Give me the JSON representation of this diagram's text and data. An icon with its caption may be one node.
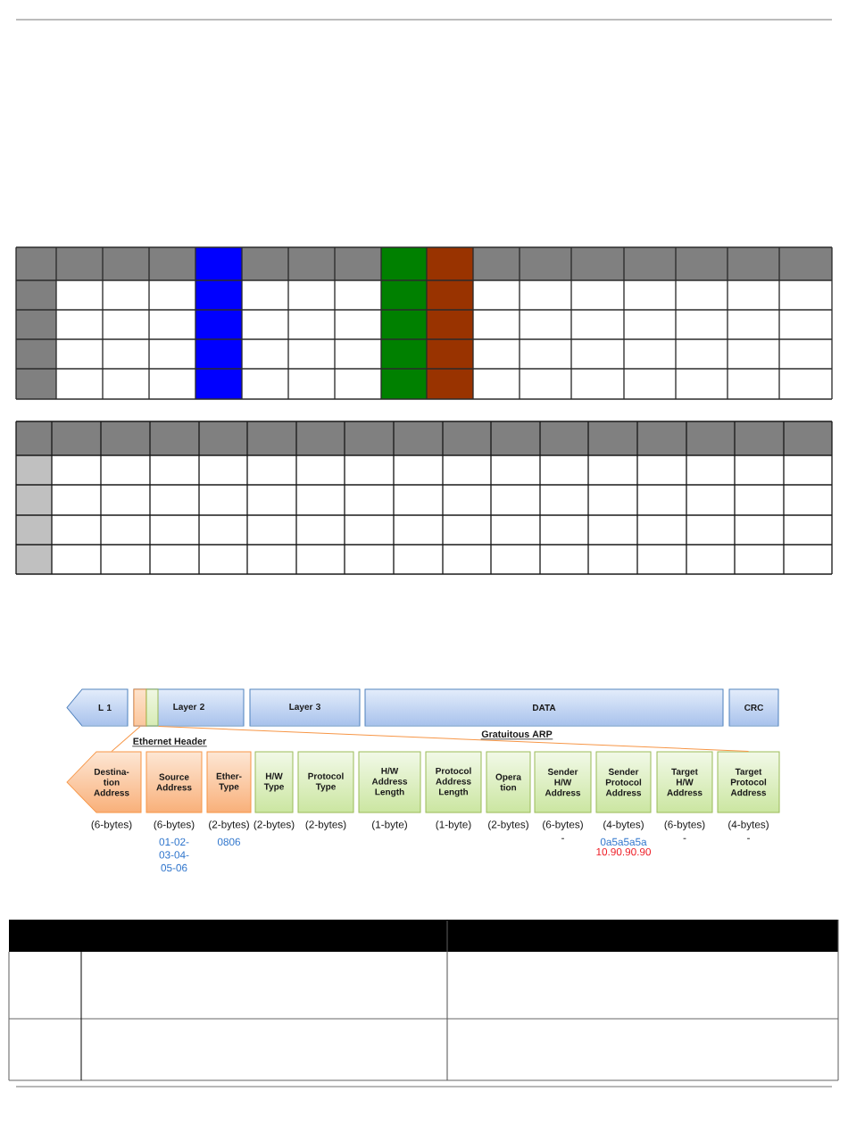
{
  "diagram": {
    "nodes": [
      {
        "text": [
          "L 1"
        ]
      },
      {
        "text": [
          "Layer 2"
        ]
      },
      {
        "text": [],
        "shape": "box",
        "in": 1
      },
      {
        "text": [],
        "shape": "box",
        "in": 1
      },
      {
        "text": [
          "Layer 3"
        ]
      },
      {
        "text": [
          "DATA"
        ]
      },
      {
        "text": [
          "CRC"
        ]
      },
      {
        "text": [
          "Destina-tion Address"
        ],
        "beside": [
          "(6-bytes)"
        ]
      },
      {
        "text": [
          "Source Address"
        ],
        "beside": [
          "(6-bytes)",
          "01-02-03-04-05-06"
        ]
      },
      {
        "text": [
          "Ether-Type"
        ],
        "beside": [
          "(2-bytes)",
          "0806"
        ]
      },
      {
        "text": [
          "H/W Type"
        ],
        "beside": [
          "(2-bytes)"
        ]
      },
      {
        "text": [
          "Protocol Type"
        ],
        "beside": [
          "(2-bytes)"
        ]
      },
      {
        "text": [
          "H/W Address Length"
        ],
        "beside": [
          "(1-byte)"
        ]
      },
      {
        "text": [
          "Protocol Address Length"
        ],
        "beside": [
          "(1-byte)"
        ]
      },
      {
        "text": [
          "Opera tion"
        ],
        "beside": [
          "(2-bytes)"
        ]
      },
      {
        "text": [
          "Sender H/W Address"
        ],
        "beside": [
          "(6-bytes)",
          "-"
        ]
      },
      {
        "text": [
          "Sender Protocol Address"
        ],
        "beside": [
          "(4-bytes)",
          "0a5a5a5a",
          "10.90.90.90"
        ]
      },
      {
        "text": [
          "Target H/W Address"
        ],
        "beside": [
          "(6-bytes)",
          "-"
        ]
      },
      {
        "text": [
          "Target Protocol Address"
        ],
        "beside": [
          "(4-bytes)",
          "-"
        ]
      }
    ],
    "edges": [
      {
        "from": 2,
        "to": 7,
        "arrow": "none"
      },
      {
        "from": 3,
        "to": 18,
        "arrow": "none"
      }
    ],
    "labels": [
      "Ethernet Header",
      "Gratuitous ARP"
    ]
  }
}
